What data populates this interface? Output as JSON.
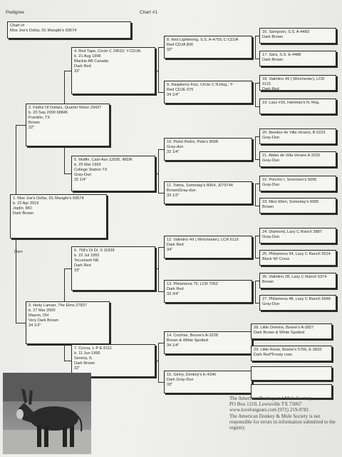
{
  "header": {
    "title": "Pedigree",
    "chart_label": "Chart #1"
  },
  "chart_of": {
    "text": "Chart of\nMoe Joe's Dollar, DL Mangile's 69574"
  },
  "subject": {
    "text": "1. Moe Joe's Dollar, DL Mangile's 69574\n    b. 22 Apr 2019\n    Joplin, MO\n    Dark Brown"
  },
  "dam_label": "Dam",
  "gen2": {
    "sire": "2. Fistful Of Dollars, Quarter Moon 29437\n    b. 20 Sep 2000  68845\n    Franklin, TX\n    Brown\n    32\"",
    "dam": "3. Hedy Lamarr, The Elms 27837\n    b. 27 Mar 2000\n    Mason, OH\n    Very Dark Brown\n    34 1/2\""
  },
  "gen3": [
    "4. Red Tape, Circle C 24510; Y-CDJA-\n    b. 21 Aug 1996\n    Blackie AB Canada\n    Dark Red\n    33\"",
    "5. Muffin, Cast-Ass 12035, IMDR\n    b. 25 Mar 1993\n    College Station TX\n    Gray-Dun\n    32 1/4\"",
    "6. 758's Di Di, S 11839\n    b. 22 Jul 1993\n    Tecumseh NE\n    Dark Red\n    33\"",
    "7. Cocoa, L-P E-5111\n    b. 11 Jun 1990\n    Serena, IL\n    Dark Brown\n    32\""
  ],
  "gen4": [
    "8. Red Lightening, S.S. A-4750, C-CDJA\n    Red  CDJA 800\n    32\"",
    "9. Raspberry Fizz, Circle C N.Reg.; Y-\n    Red  CDJE 975\n    34 1/4\"",
    "10. Pistol Pedro, Pete's 9658\n    Gray-dun\n    32 1/4\"",
    "11. Totina, Someday's 8054, J079744\n    Brown/Gray-dun\n    33 1/2\"",
    "12. Valintino 49 ( Winchester), LCR 6115\n    Dark Red\n    34\"",
    "13. Philamena 79, LCR 7052\n    Dark Red\n    33 3/4\"",
    "14. Cochise, Boone's A-3228\n    Brown & White Spotted\n    34 1/4\"",
    "15. Ginny, Donkey's E-4346\n    Dark Gray-Dun\n    33\""
  ],
  "gen5": [
    "16. Sampson, S.S. A-4483\n    Dark Brown",
    "17. Sara, S.S. E-4488\n    Dark Brown",
    "18. Valintino 49 ( Winchester), LCR 6115\n    Dark Red",
    "19. Lass #16, Hartman's N. Reg.",
    "20. Beedee de Villa Verano, B 5223\n    Gray-Dun",
    "21. Abbie de Villa Verano A 3220\n    Gray-Dun",
    "22. Poncho I, Sorensen's 5095\n    Gray-Dun",
    "23. Miss Ellen, Someday's 6065\n    Brown",
    "24. Diamond, Lazy C Ranch 3887\n    Gray-Dun",
    "25. Philamena 34, Lazy C Ranch 5514\n    Black W/ Cross",
    "26. Valintino 28, Lazy C Ranch 5374\n    Brown",
    "27. Philamena 48, Lazy C Ranch 5648\n    Gray-Dun",
    "28. Little Domino, Boone's A-2827\n    Dark Brown & White Spotted",
    "29. Little Rosie, Boone's 5756, E-2833\n    Dark Red*Frosty roan",
    "",
    ""
  ],
  "footer": {
    "line1": "The American Donkey and Mule Society,",
    "line2": "PO Box 1210, Lewisville TX 75067",
    "line3": "www.lovelongears.com (972) 219-0781",
    "line4": "The American Donkey & Mule Society is not responsible for errors in information submitted to the registry."
  }
}
